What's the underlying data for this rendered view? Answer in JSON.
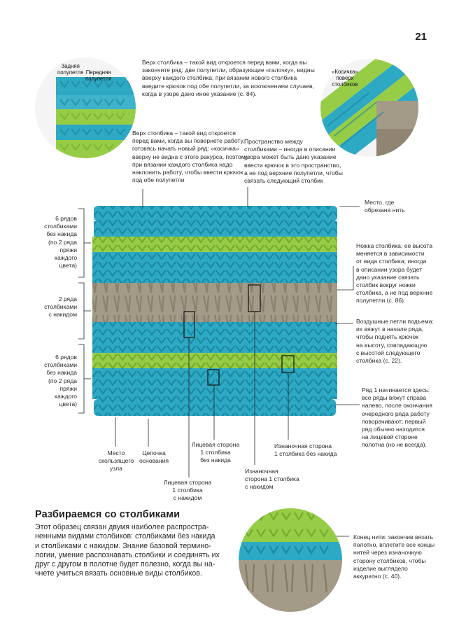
{
  "page_number": "21",
  "colors": {
    "turquoise": "#2ea9c4",
    "turquoise_dark": "#1d8aa6",
    "lime": "#97cd46",
    "lime_dark": "#78b233",
    "taupe": "#a39a87",
    "taupe_dark": "#857b69",
    "leader": "#222222"
  },
  "photo_labels": {
    "back_loop": [
      "Задняя",
      "полупетля"
    ],
    "front_loop": [
      "Передняя",
      "полупетля"
    ],
    "chain_on_top": [
      "«Косичка»",
      "поверх",
      "столбиков"
    ]
  },
  "annotations": {
    "top_of_stitch_front": [
      "Верх столбика – такой вид откроется перед вами, когда вы",
      "закончите ряд: две полупетли, образующие «галочку», видны",
      "вверху каждого столбика; при вязании нового столбика",
      "введите крючок под обе полупетли, за исключением случаев,",
      "когда в узоре дано иное указание (с. 84)."
    ],
    "top_of_stitch_turned": [
      "Верх столбика – такой вид откроется",
      "перед вами, когда вы повернете работу,",
      "готовясь начать новый ряд: «косичка»",
      "вверху не видна с этого ракурса, поэтому",
      "при вязании каждого столбика надо",
      "наклонить работу, чтобы ввести крючок",
      "под обе полупетли"
    ],
    "space_between": [
      "Пространство между",
      "столбиками – иногда в описании",
      "узора может быть дано указание",
      "ввести крючок в это пространство,",
      "а не под верхние полупетли, чтобы",
      "связать следующий столбик"
    ],
    "yarn_cut": [
      "Место, где",
      "обрезана нить"
    ],
    "stitch_post": [
      "Ножка столбика: ее высота",
      "меняется в зависимости",
      "от вида столбика; иногда",
      "в описании узора будет",
      "дано указание связать",
      "столбик вокруг ножки",
      "столбика, а не под верхние",
      "полупетли (с. 86)."
    ],
    "turning_chain": [
      "Воздушные петли подъема:",
      "их вяжут в начале ряда,",
      "чтобы поднять крючок",
      "на высоту, совпадающую",
      "с высотой следующего",
      "столбика (с. 22)."
    ],
    "row_one": [
      "Ряд 1 начинается здесь:",
      "все ряды вяжут справа",
      "налево, после окончания",
      "очередного ряда работу",
      "поворачивают; первый",
      "ряд обычно находится",
      "на лицевой стороне",
      "полотна (но не всегда)."
    ],
    "left_sc_top": [
      "6 рядов",
      "столбиками",
      "без накида",
      "(по 2 ряда",
      "пряжи",
      "каждого",
      "цвета)"
    ],
    "left_dc": [
      "2 ряда",
      "столбиками",
      "с накидом"
    ],
    "left_sc_bottom": [
      "6 рядов",
      "столбиками",
      "без накида",
      "(по 2 ряда",
      "пряжи",
      "каждого",
      "цвета)"
    ],
    "slip_knot": [
      "Место",
      "скользящего",
      "узла"
    ],
    "foundation_chain": [
      "Цепочка",
      "основания"
    ],
    "sc_right_side": [
      "Лицевая сторона",
      "1 столбика",
      "без накида"
    ],
    "sc_wrong_side": [
      "Изнаночная сторона",
      "1 столбика без накида"
    ],
    "dc_wrong_side": [
      "Изнаночная",
      "сторона 1 столбика",
      "с накидом"
    ],
    "dc_right_side": [
      "Лицевая сторона",
      "1 столбика",
      "с накидом"
    ],
    "yarn_end": [
      "Конец нити: закончив вязать",
      "полотно, вплетите все концы",
      "нитей через изнаночную",
      "сторону столбиков, чтобы",
      "изделие выглядело",
      "аккуратно (с. 40)."
    ]
  },
  "section": {
    "heading": "Разбираемся со столбиками",
    "body": [
      "Этот образец связан двумя наиболее распростра-",
      "ненными видами столбиков: столбиками без накида",
      "и столбиками с накидом. Знание базовой термино-",
      "логии, умение распознавать столбики и соединять их",
      "друг с другом в полотне будет полезно, когда вы на-",
      "чнете учиться вязать основные виды столбиков."
    ]
  }
}
